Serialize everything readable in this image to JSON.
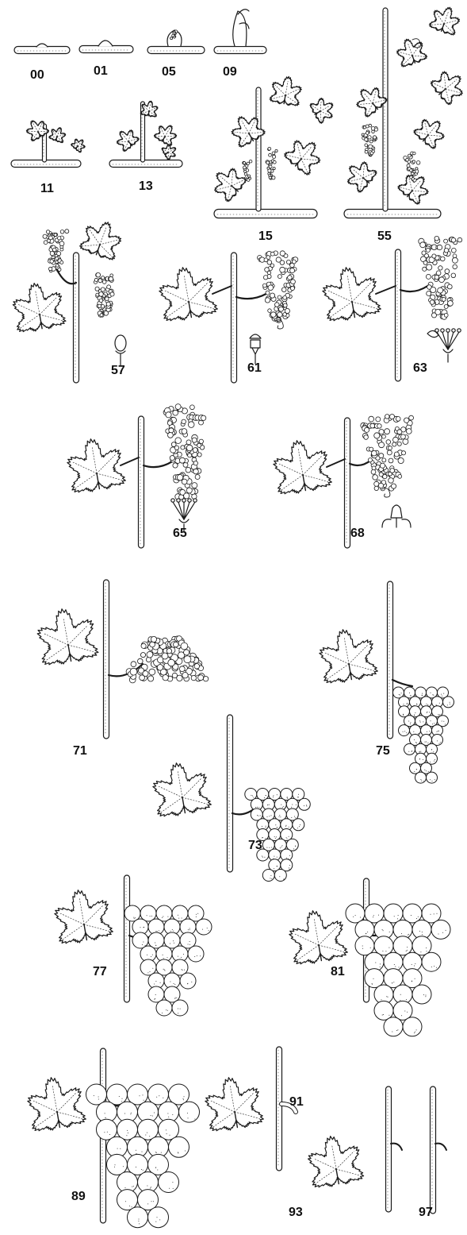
{
  "stages": [
    {
      "code": "00",
      "kind": "dormant"
    },
    {
      "code": "01",
      "kind": "swell"
    },
    {
      "code": "05",
      "kind": "woolly"
    },
    {
      "code": "09",
      "kind": "budbreak"
    },
    {
      "code": "11",
      "kind": "first-leaf"
    },
    {
      "code": "13",
      "kind": "leaves"
    },
    {
      "code": "15",
      "kind": "shoot"
    },
    {
      "code": "55",
      "kind": "tall-shoot"
    },
    {
      "code": "57",
      "kind": "flower-cluster",
      "flower": "closed-bud"
    },
    {
      "code": "61",
      "kind": "flower-cluster",
      "flower": "cap-lifting"
    },
    {
      "code": "63",
      "kind": "flower-cluster",
      "flower": "open-flower"
    },
    {
      "code": "65",
      "kind": "flower-cluster",
      "flower": "full-bloom"
    },
    {
      "code": "68",
      "kind": "flower-cluster",
      "flower": "end-bloom"
    },
    {
      "code": "71",
      "kind": "fruit-set"
    },
    {
      "code": "75",
      "kind": "bunch",
      "berry": "small"
    },
    {
      "code": "73",
      "kind": "bunch",
      "berry": "small"
    },
    {
      "code": "77",
      "kind": "bunch",
      "berry": "medium"
    },
    {
      "code": "81",
      "kind": "bunch",
      "berry": "large"
    },
    {
      "code": "89",
      "kind": "bunch",
      "berry": "ripe"
    },
    {
      "code": "91",
      "kind": "harvested"
    },
    {
      "code": "93",
      "kind": "leaf-fall"
    },
    {
      "code": "97",
      "kind": "bare-cane"
    }
  ]
}
